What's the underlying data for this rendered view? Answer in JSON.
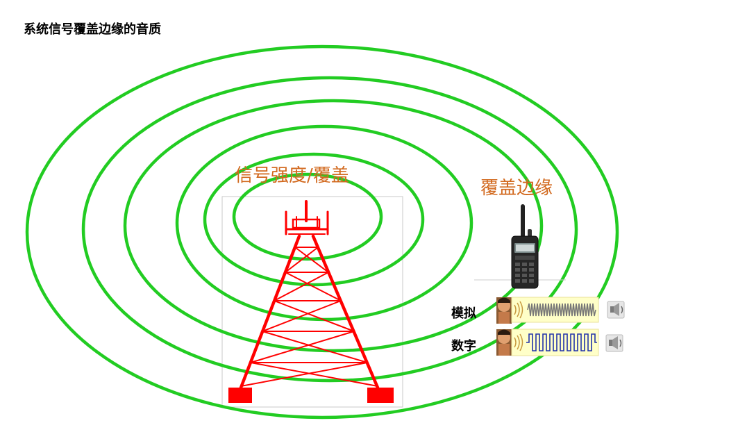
{
  "title": "系统信号覆盖边缘的音质",
  "labels": {
    "signal_strength": "信号强度/覆盖",
    "coverage_edge": "覆盖边缘"
  },
  "comparison": [
    {
      "label": "模拟",
      "signal": "analog"
    },
    {
      "label": "数字",
      "signal": "digital"
    }
  ],
  "icons": {
    "tower": "tower-icon",
    "radio": "handheld-radio-icon",
    "face": "speaker-face-icon",
    "sound": "speaker-sound-icon"
  },
  "colors": {
    "rings": "#22cc22",
    "tower": "#ff0000",
    "label_orange": "#d2691e",
    "wave_panel": "#ffffc8",
    "analog_wave": "#777777",
    "digital_wave": "#2233aa"
  }
}
